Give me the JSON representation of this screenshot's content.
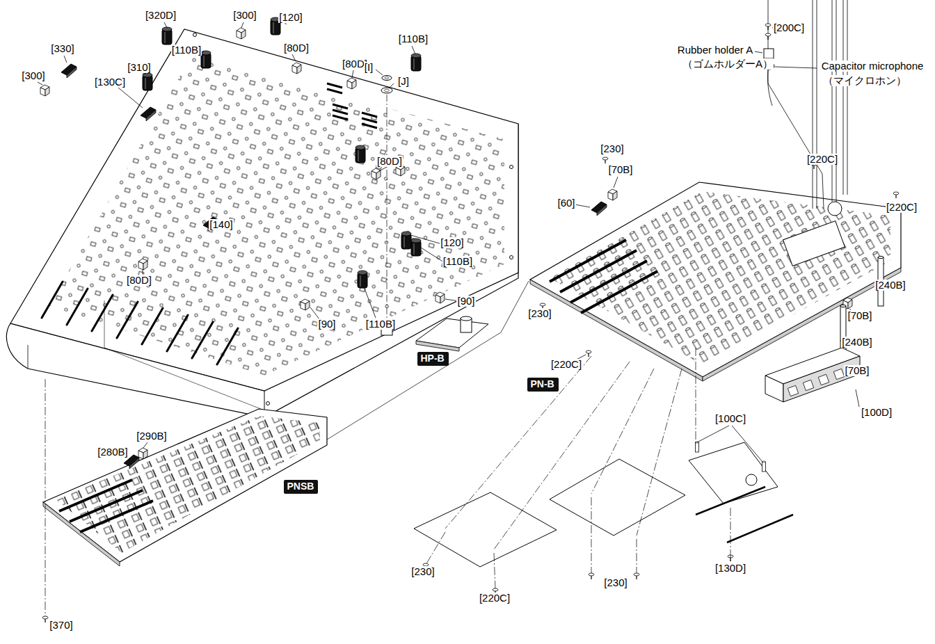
{
  "diagram": {
    "nodes": [
      {
        "text": [
          "HP-B"
        ]
      },
      {
        "text": [
          "PN-B"
        ]
      },
      {
        "text": [
          "PNSB"
        ]
      }
    ],
    "labels": [
      "[320D]",
      "[300]",
      "[120]",
      "[200C]",
      "[110B]",
      "[330]",
      "[110B]",
      "[80D]",
      "Rubber holder A",
      "（ゴムホルダーA）",
      "[80D]",
      "[310]",
      "Capacitor microphone",
      "（マイクロホン）",
      "[I]",
      "[300]",
      "[J]",
      "[130C]",
      "[230]",
      "[220C]",
      "[80D]",
      "[70B]",
      "[60]",
      "[220C]",
      "[140]",
      "[120]",
      "[110B]",
      "[80D]",
      "[240B]",
      "[90]",
      "[230]",
      "[70B]",
      "[90]",
      "[110B]",
      "[240B]",
      "[220C]",
      "[70B]",
      "[100D]",
      "[100C]",
      "[290B]",
      "[280B]",
      "[130D]",
      "[230]",
      "[230]",
      "[220C]",
      "[370]"
    ]
  }
}
